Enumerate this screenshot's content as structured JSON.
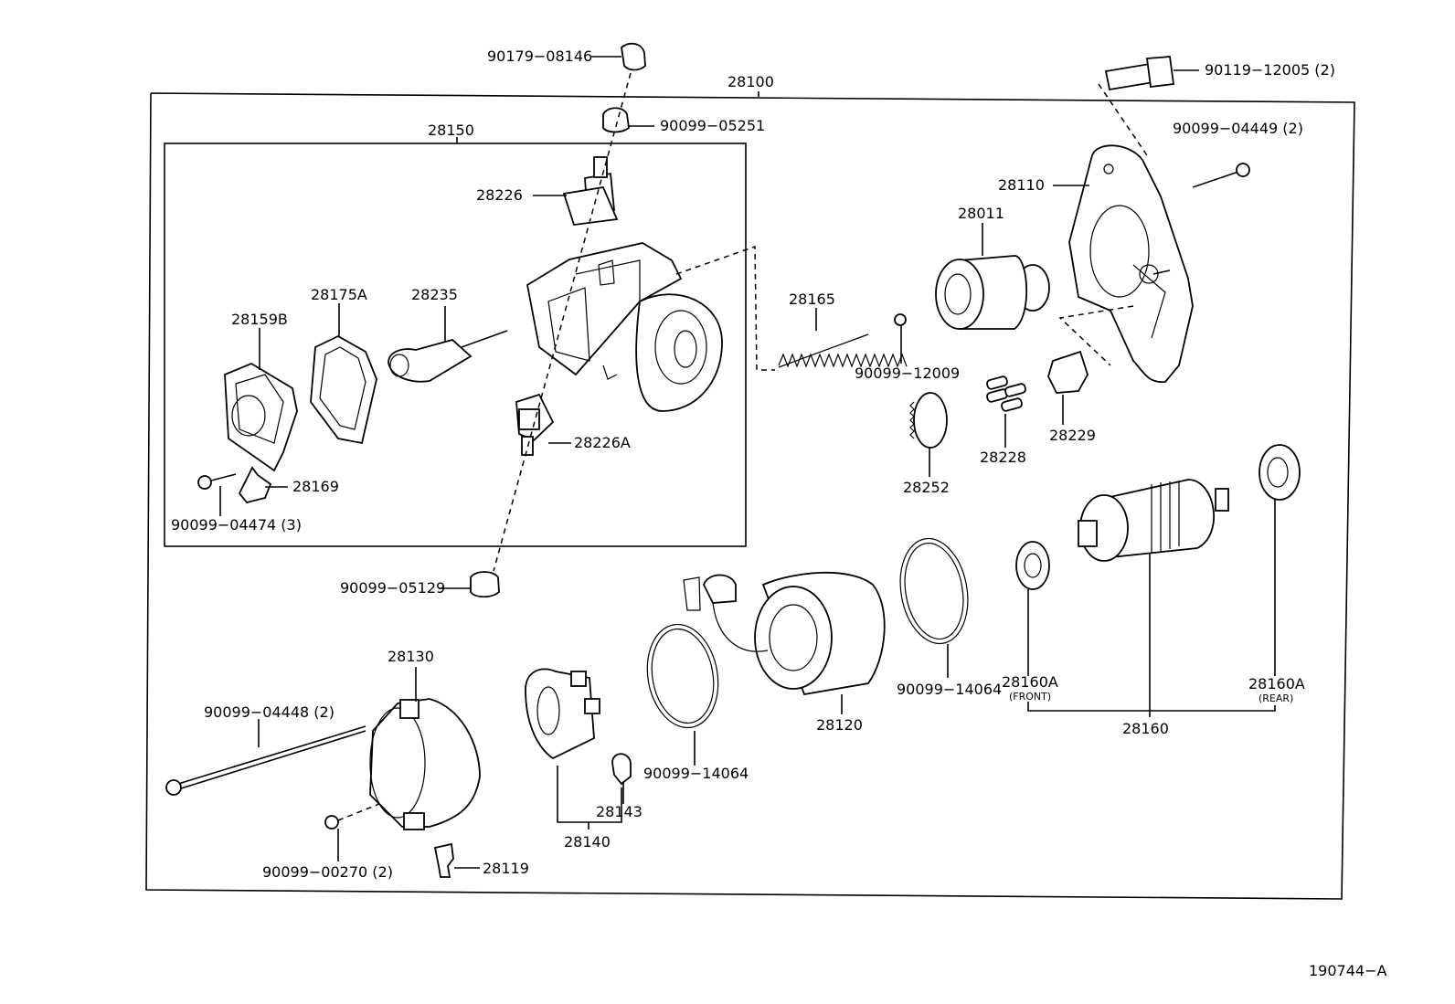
{
  "labels": {
    "l28100": "28100",
    "l28150": "28150",
    "l90179_08146": "90179−08146",
    "l90099_05251": "90099−05251",
    "l28226": "28226",
    "l28175A": "28175A",
    "l28235": "28235",
    "l28159B": "28159B",
    "l28226A": "28226A",
    "l28169": "28169",
    "l90099_04474": "90099−04474 (3)",
    "l90099_05129": "90099−05129",
    "l28165": "28165",
    "l90099_12009": "90099−12009",
    "l90119_12005": "90119−12005 (2)",
    "l90099_04449": "90099−04449 (2)",
    "l28110": "28110",
    "l28011": "28011",
    "l28228": "28228",
    "l28229": "28229",
    "l28252": "28252",
    "l28130": "28130",
    "l90099_04448": "90099−04448 (2)",
    "l90099_00270": "90099−00270 (2)",
    "l28119": "28119",
    "l28140": "28140",
    "l28143": "28143",
    "l90099_14064a": "90099−14064",
    "l28120": "28120",
    "l90099_14064b": "90099−14064",
    "l28160A_front": "28160A",
    "l_front": "(FRONT)",
    "l28160": "28160",
    "l28160A_rear": "28160A",
    "l_rear": "(REAR)",
    "l_figure": "190744−A"
  }
}
